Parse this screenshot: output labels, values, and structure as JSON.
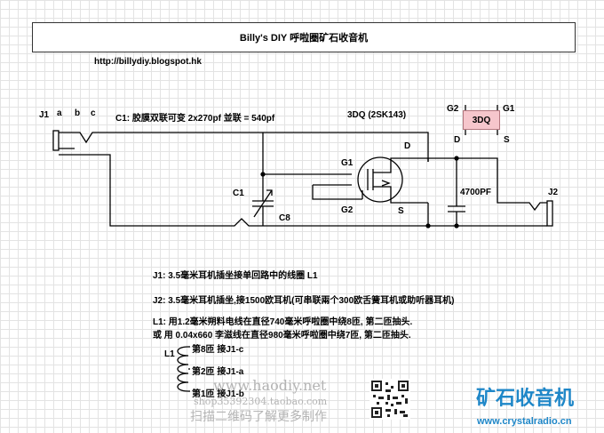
{
  "title": "Billy's DIY 呼啦圈矿石收音机",
  "blog_url": "http://billydiy.blogspot.hk",
  "labels": {
    "j1": "J1",
    "a": "a",
    "b": "b",
    "c": "c",
    "c1_spec": "C1: 胶膜双联可变 2x270pf 並联 = 540pf",
    "dq_title": "3DQ (2SK143)",
    "g1": "G1",
    "g2": "G2",
    "d": "D",
    "s": "S",
    "c1": "C1",
    "c8": "C8",
    "cap": "4700PF",
    "j2": "J2",
    "pkg": "3DQ",
    "pkg_g2": "G2",
    "pkg_g1": "G1",
    "pkg_d": "D",
    "pkg_s": "S"
  },
  "notes": [
    "J1: 3.5毫米耳机插坐接单回路中的线圈 L1",
    "J2: 3.5毫米耳机插坐,接1500欧耳机(可串联兩个300欧舌簧耳机或助听器耳机)",
    "L1: 用1.2毫米朔料电线在直径740毫米呼啦圈中绕8匝, 第二匝抽头.",
    "或 用 0.04x660 李滋线在直径980毫米呼啦圈中绕7匝, 第二匝抽头."
  ],
  "coil": {
    "label": "L1",
    "taps": [
      "第8匝 接J1-c",
      "第2匝 接J1-a",
      "第1匝 接J1-b"
    ]
  },
  "watermark": {
    "site": "www.haodiy.net",
    "shop": "shop35392304.taobao.com",
    "scan": "扫描二维码了解更多制作"
  },
  "brand": {
    "name": "矿石收音机",
    "url": "www.crystalradio.cn"
  }
}
